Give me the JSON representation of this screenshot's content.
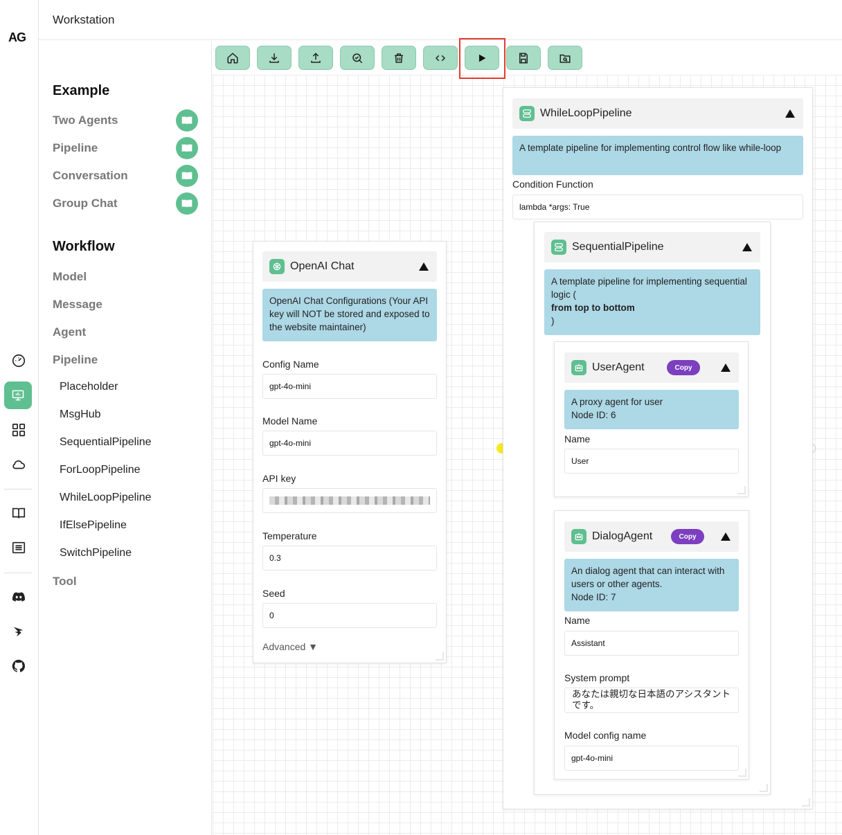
{
  "app": {
    "logo": "AG",
    "title": "Workstation"
  },
  "rail_icons": [
    "dashboard-icon",
    "workstation-icon",
    "gallery-icon",
    "cloud-icon",
    "book-icon",
    "list-icon",
    "discord-icon",
    "dingtalk-icon",
    "github-icon"
  ],
  "toolbar": [
    "home-icon",
    "download-icon",
    "upload-icon",
    "check-icon",
    "delete-icon",
    "code-icon",
    "play-icon",
    "save-icon",
    "folder-icon"
  ],
  "sidebar": {
    "example_title": "Example",
    "examples": [
      "Two Agents",
      "Pipeline",
      "Conversation",
      "Group Chat"
    ],
    "workflow_title": "Workflow",
    "workflow_items": [
      "Model",
      "Message",
      "Agent",
      "Pipeline"
    ],
    "pipeline_items": [
      "Placeholder",
      "MsgHub",
      "SequentialPipeline",
      "ForLoopPipeline",
      "WhileLoopPipeline",
      "IfElsePipeline",
      "SwitchPipeline"
    ],
    "tool": "Tool"
  },
  "openai_node": {
    "title": "OpenAI Chat",
    "desc": "OpenAI Chat Configurations (Your API key will NOT be stored and exposed to the website maintainer)",
    "config_name_label": "Config Name",
    "config_name": "gpt-4o-mini",
    "model_name_label": "Model Name",
    "model_name": "gpt-4o-mini",
    "api_key_label": "API key",
    "temperature_label": "Temperature",
    "temperature": "0.3",
    "seed_label": "Seed",
    "seed": "0",
    "advanced": "Advanced ▼"
  },
  "while_node": {
    "title": "WhileLoopPipeline",
    "desc": "A template pipeline for implementing control flow like while-loop",
    "cond_label": "Condition Function",
    "cond_value": "lambda *args: True"
  },
  "seq_node": {
    "title": "SequentialPipeline",
    "desc_line1": "A template pipeline for implementing sequential logic (",
    "desc_bold": "from top to bottom",
    "desc_end": ")"
  },
  "user_node": {
    "title": "UserAgent",
    "copy": "Copy",
    "desc_line1": "A proxy agent for user",
    "desc_line2": "Node ID: 6",
    "name_label": "Name",
    "name": "User"
  },
  "dialog_node": {
    "title": "DialogAgent",
    "copy": "Copy",
    "desc_line1": "An dialog agent that can interact with users or other agents.",
    "desc_line2": "Node ID: 7",
    "name_label": "Name",
    "name": "Assistant",
    "prompt_label": "System prompt",
    "prompt": "あなたは親切な日本語のアシスタントです。",
    "model_label": "Model config name",
    "model": "gpt-4o-mini"
  },
  "colors": {
    "accent": "#5fbf91",
    "toolbar_btn": "#a8dcc4",
    "desc_bg": "#add8e6",
    "copy_btn": "#7b3fbf",
    "highlight": "#e53b2c"
  }
}
